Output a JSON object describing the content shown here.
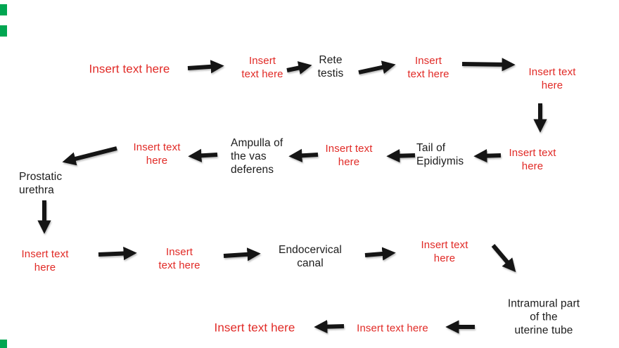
{
  "colors": {
    "background": "#ffffff",
    "red_text": "#e12a26",
    "black_text": "#1c1c1c",
    "arrow": "#151515",
    "marker_green": "#00a651"
  },
  "nodes": {
    "r1_insert_a": "Insert text here",
    "r1_insert_b": "Insert\ntext here",
    "r1_rete_testis": "Rete\ntestis",
    "r1_insert_c": "Insert\ntext here",
    "r1_insert_d": "Insert text\nhere",
    "r2_insert_a": "Insert text\nhere",
    "r2_tail_of_epidiymis": "Tail of\nEpidiymis",
    "r2_insert_b": "Insert text\nhere",
    "r2_ampulla": "Ampulla of\nthe vas\ndeferens",
    "r2_insert_c": "Insert text\nhere",
    "r2_prostatic_urethra": "Prostatic\nurethra",
    "r3_insert_a": "Insert text\nhere",
    "r3_insert_b": "Insert\ntext here",
    "r3_endocervical_canal": "Endocervical\ncanal",
    "r3_insert_c": "Insert text\nhere",
    "r4_intramural": "Intramural part of the\nuterine tube",
    "r4_insert_a": "Insert text here",
    "r4_insert_b": "Insert text here"
  },
  "flow": [
    {
      "from": "r1_insert_a",
      "to": "r1_insert_b",
      "dir": "right"
    },
    {
      "from": "r1_insert_b",
      "to": "r1_rete_testis",
      "dir": "right"
    },
    {
      "from": "r1_rete_testis",
      "to": "r1_insert_c",
      "dir": "right"
    },
    {
      "from": "r1_insert_c",
      "to": "r1_insert_d",
      "dir": "right"
    },
    {
      "from": "r1_insert_d",
      "to": "r2_insert_a",
      "dir": "down"
    },
    {
      "from": "r2_insert_a",
      "to": "r2_tail_of_epidiymis",
      "dir": "left"
    },
    {
      "from": "r2_tail_of_epidiymis",
      "to": "r2_insert_b",
      "dir": "left"
    },
    {
      "from": "r2_insert_b",
      "to": "r2_ampulla",
      "dir": "left"
    },
    {
      "from": "r2_ampulla",
      "to": "r2_insert_c",
      "dir": "left"
    },
    {
      "from": "r2_insert_c",
      "to": "r2_prostatic_urethra",
      "dir": "down-left"
    },
    {
      "from": "r2_prostatic_urethra",
      "to": "r3_insert_a",
      "dir": "down"
    },
    {
      "from": "r3_insert_a",
      "to": "r3_insert_b",
      "dir": "right"
    },
    {
      "from": "r3_insert_b",
      "to": "r3_endocervical_canal",
      "dir": "right"
    },
    {
      "from": "r3_endocervical_canal",
      "to": "r3_insert_c",
      "dir": "right"
    },
    {
      "from": "r3_insert_c",
      "to": "r4_intramural",
      "dir": "down-right"
    },
    {
      "from": "r4_intramural",
      "to": "r4_insert_a",
      "dir": "left"
    },
    {
      "from": "r4_insert_a",
      "to": "r4_insert_b",
      "dir": "left"
    }
  ]
}
